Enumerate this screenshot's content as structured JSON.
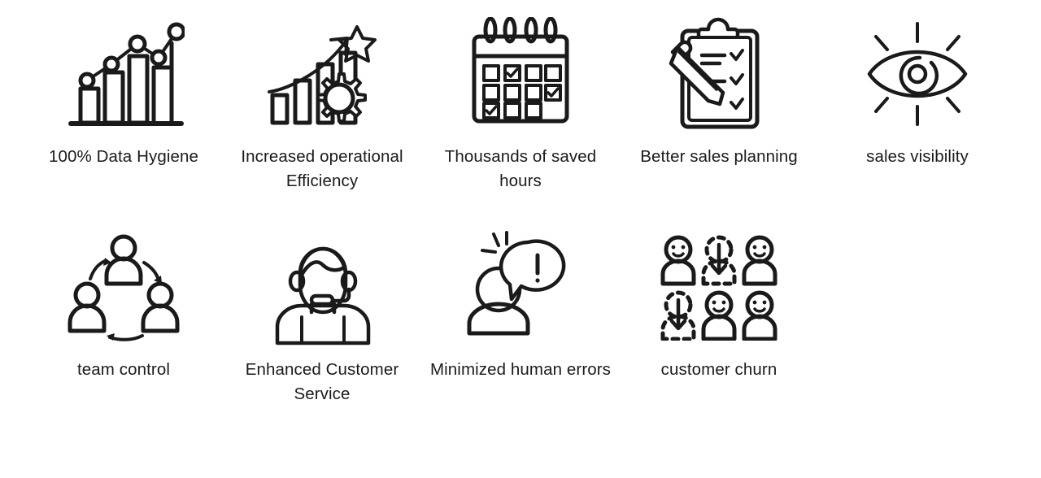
{
  "page": {
    "background_color": "#ffffff",
    "stroke_color": "#1a1a1a",
    "text_color": "#1b1b1b",
    "columns": 5,
    "rows": 2
  },
  "benefits": [
    {
      "id": "data-hygiene",
      "label": "100% Data Hygiene",
      "icon": "bar-chart-trend-icon",
      "row": 1,
      "column": 1
    },
    {
      "id": "operational-efficiency",
      "label": "Increased operational Efficiency",
      "icon": "growth-chart-star-gear-icon",
      "row": 1,
      "column": 2
    },
    {
      "id": "saved-hours",
      "label": "Thousands of saved hours",
      "icon": "calendar-checkmarks-icon",
      "row": 1,
      "column": 3
    },
    {
      "id": "sales-planning",
      "label": "Better sales planning",
      "icon": "clipboard-checklist-pencil-icon",
      "row": 1,
      "column": 4
    },
    {
      "id": "sales-visibility",
      "label": "sales visibility",
      "icon": "eye-rays-icon",
      "row": 1,
      "column": 5
    },
    {
      "id": "team-control",
      "label": "team control",
      "icon": "three-people-cycle-icon",
      "row": 2,
      "column": 1
    },
    {
      "id": "customer-service",
      "label": "Enhanced Customer Service",
      "icon": "support-agent-headset-icon",
      "row": 2,
      "column": 2
    },
    {
      "id": "human-errors",
      "label": "Minimized human errors",
      "icon": "person-alert-bubble-icon",
      "row": 2,
      "column": 3
    },
    {
      "id": "customer-churn",
      "label": "customer churn",
      "icon": "people-churn-arrows-icon",
      "row": 2,
      "column": 4
    }
  ]
}
